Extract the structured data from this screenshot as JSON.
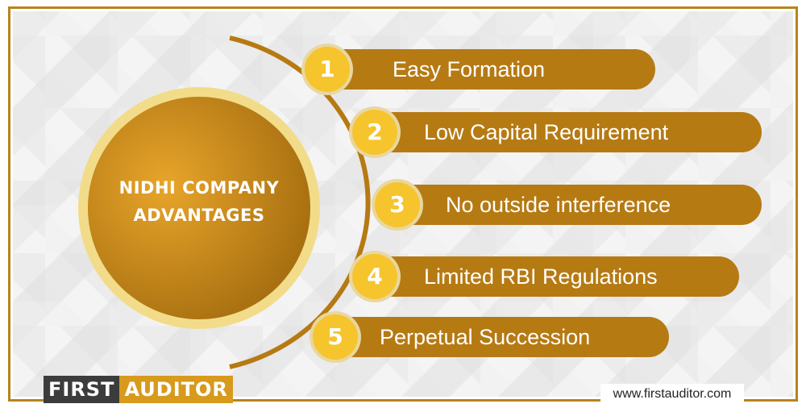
{
  "hub": {
    "line1": "NIDHI COMPANY",
    "line2": "ADVANTAGES"
  },
  "items": [
    {
      "number": "1",
      "label": "Easy Formation"
    },
    {
      "number": "2",
      "label": "Low Capital Requirement"
    },
    {
      "number": "3",
      "label": "No outside interference"
    },
    {
      "number": "4",
      "label": "Limited RBI Regulations"
    },
    {
      "number": "5",
      "label": "Perpetual Succession"
    }
  ],
  "brand": {
    "first": "FIRST",
    "auditor": "AUDITOR",
    "url": "www.firstauditor.com"
  },
  "colors": {
    "border": "#b8831c",
    "bar": "#b67a13",
    "number_circle": "#f6c42c",
    "hub_fill": "#c8891a",
    "hub_ring": "#f3dc8a"
  }
}
